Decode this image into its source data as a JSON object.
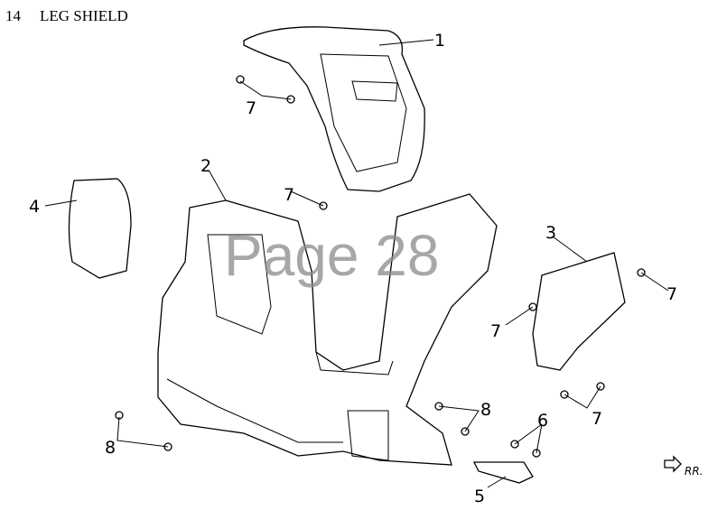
{
  "header": {
    "section_number": "14",
    "section_title": "LEG SHIELD"
  },
  "watermark": "Page 28",
  "callouts": [
    "1",
    "2",
    "3",
    "4",
    "5",
    "6",
    "7",
    "7",
    "7",
    "7",
    "7",
    "8",
    "8"
  ],
  "direction_label": "RR."
}
